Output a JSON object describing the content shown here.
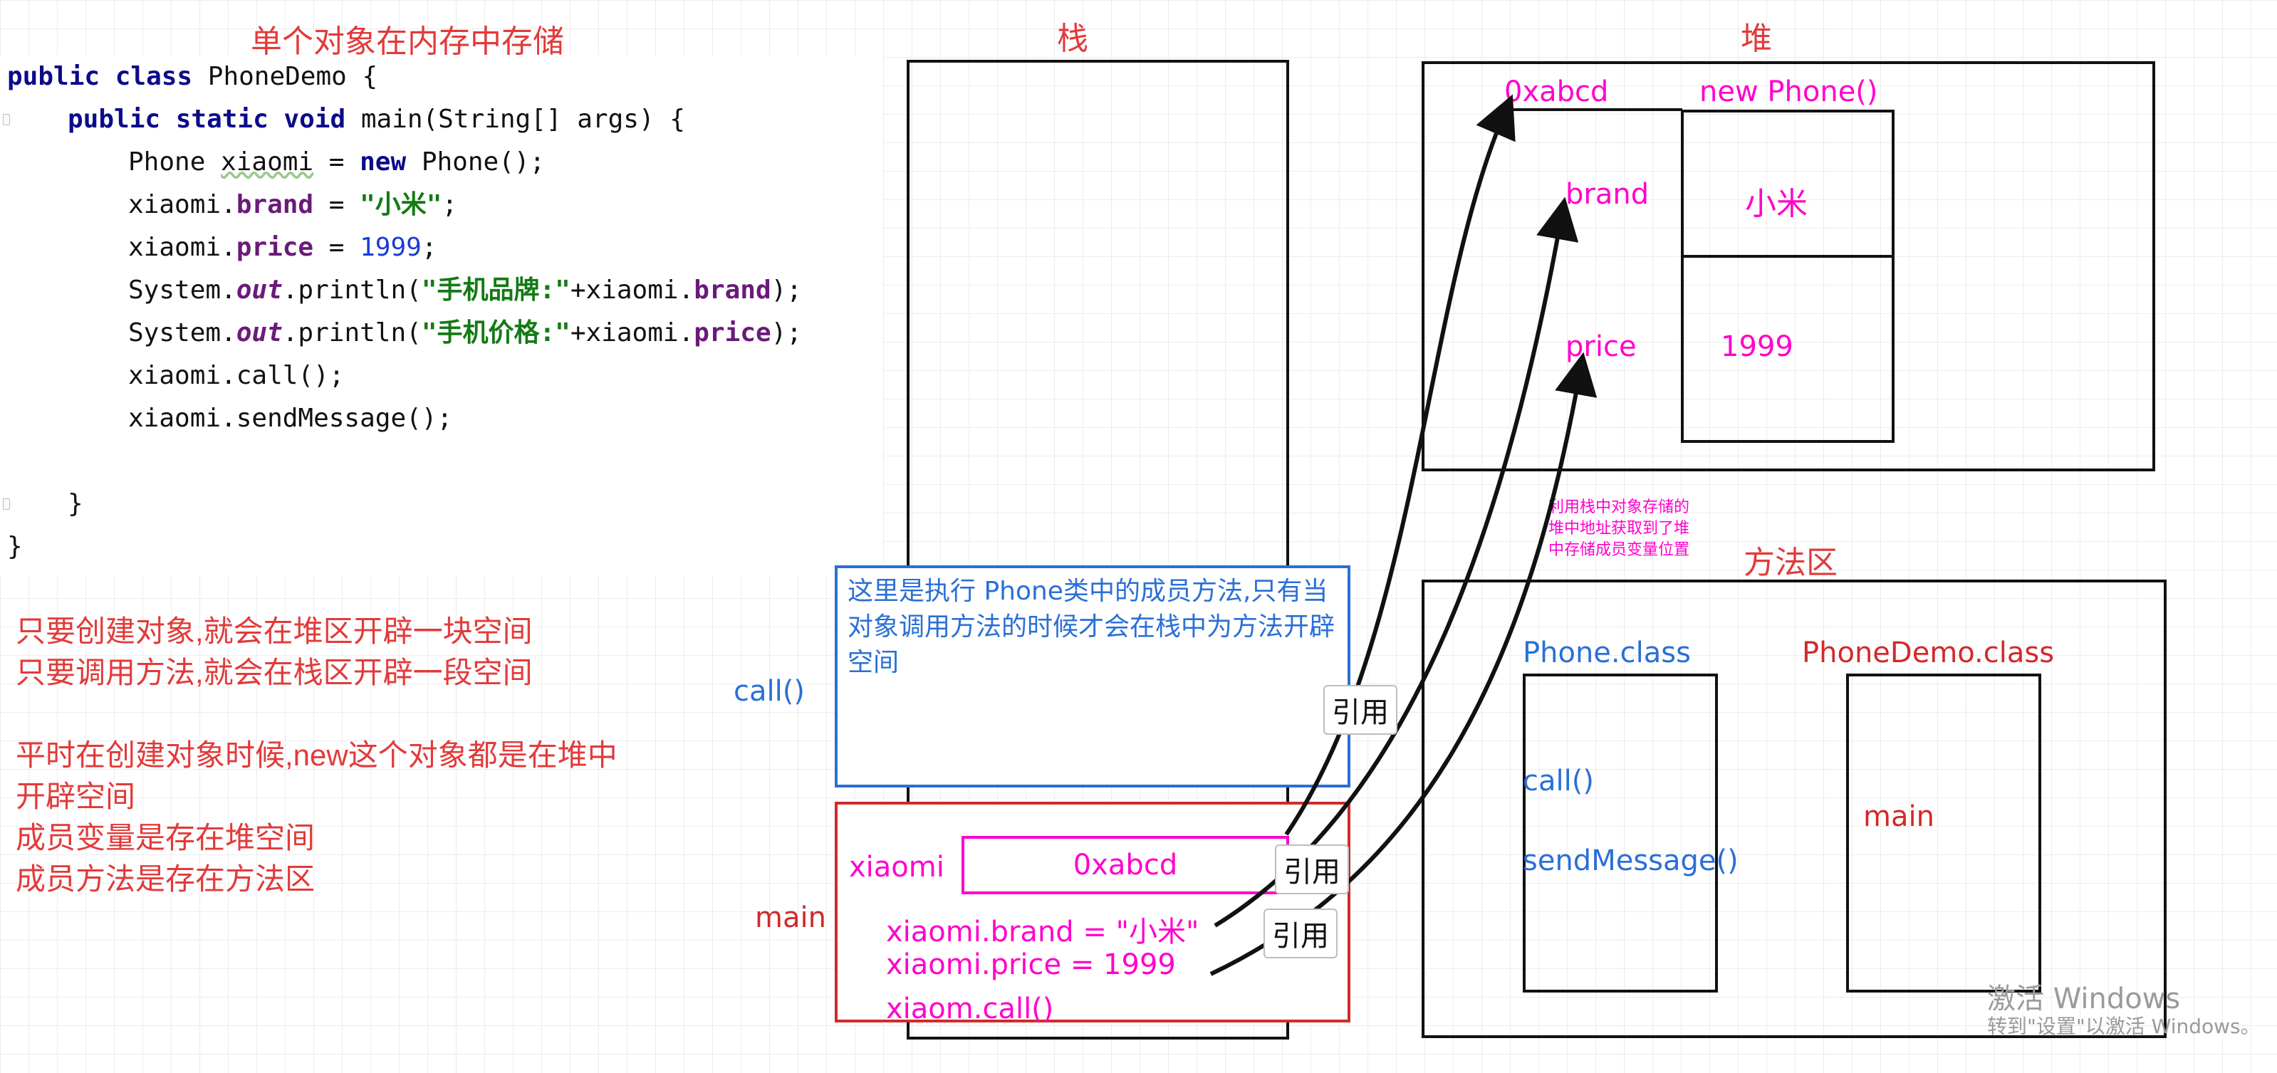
{
  "code": {
    "title": "单个对象在内存中存储",
    "lines": [
      "public class PhoneDemo {",
      "public static void main(String[] args) {",
      "Phone xiaomi = new Phone();",
      "xiaomi.brand = \"小米\";",
      "xiaomi.price = 1999;",
      "System.out.println(\"手机品牌:\"+xiaomi.brand);",
      "System.out.println(\"手机价格:\"+xiaomi.price);",
      "xiaomi.call();",
      "xiaomi.sendMessage();",
      "}",
      "}"
    ]
  },
  "notes": {
    "lines": [
      "只要创建对象,就会在堆区开辟一块空间",
      "只要调用方法,就会在栈区开辟一段空间",
      "",
      "平时在创建对象时候,new这个对象都是在堆中",
      "开辟空间",
      "成员变量是存在堆空间",
      "成员方法是存在方法区"
    ]
  },
  "stack": {
    "title": "栈",
    "call_label": "call()",
    "call_frame_text": "这里是执行 Phone类中的成员方法,只有当对象调用方法的时候才会在栈中为方法开辟空间",
    "main_label": "main",
    "main_frame": {
      "var_name": "xiaomi",
      "var_value": "0xabcd",
      "stmt_brand": "xiaomi.brand = \"小米\"",
      "stmt_price": "xiaomi.price  = 1999",
      "stmt_call": "xiaom.call()"
    }
  },
  "heap": {
    "title": "堆",
    "address": "0xabcd",
    "object_label": "new Phone()",
    "fields": [
      {
        "name": "brand",
        "value": "小米"
      },
      {
        "name": "price",
        "value": "1999"
      }
    ]
  },
  "annotation": {
    "lines": [
      "利用栈中对象存储的",
      "堆中地址获取到了堆",
      "中存储成员变量位置"
    ]
  },
  "method_area": {
    "title": "方法区",
    "classes": [
      {
        "name": "Phone.class",
        "methods": [
          "call()",
          "sendMessage()"
        ]
      },
      {
        "name": "PhoneDemo.class",
        "methods": [
          "main"
        ]
      }
    ]
  },
  "reference_tags": [
    "引用",
    "引用",
    "引用"
  ],
  "watermark": {
    "title": "激活 Windows",
    "subtitle": "转到\"设置\"以激活 Windows。"
  },
  "colors": {
    "magenta": "#ff00cc",
    "red": "#e23a3a",
    "blue": "#2a6fd6",
    "frame_red": "#d12a2a"
  }
}
